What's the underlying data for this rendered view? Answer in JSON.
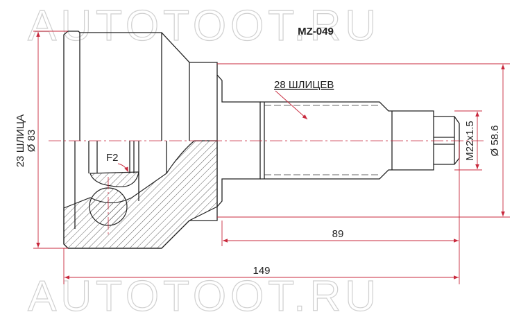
{
  "watermark": {
    "text": "AUTOTOOT.RU",
    "color": "#d0d0d0"
  },
  "part_number": "MZ-049",
  "labels": {
    "outer_splines": "23 ШЛИЦА",
    "outer_diameter": "Ø 83",
    "inner_splines": "28 ШЛИЦЕВ",
    "thread": "M22x1.5",
    "seal_diameter": "Ø 58.6",
    "shaft_length": "89",
    "total_length": "149",
    "f2": "F2"
  },
  "colors": {
    "dimension": "#c8283c",
    "outline": "#222222"
  }
}
